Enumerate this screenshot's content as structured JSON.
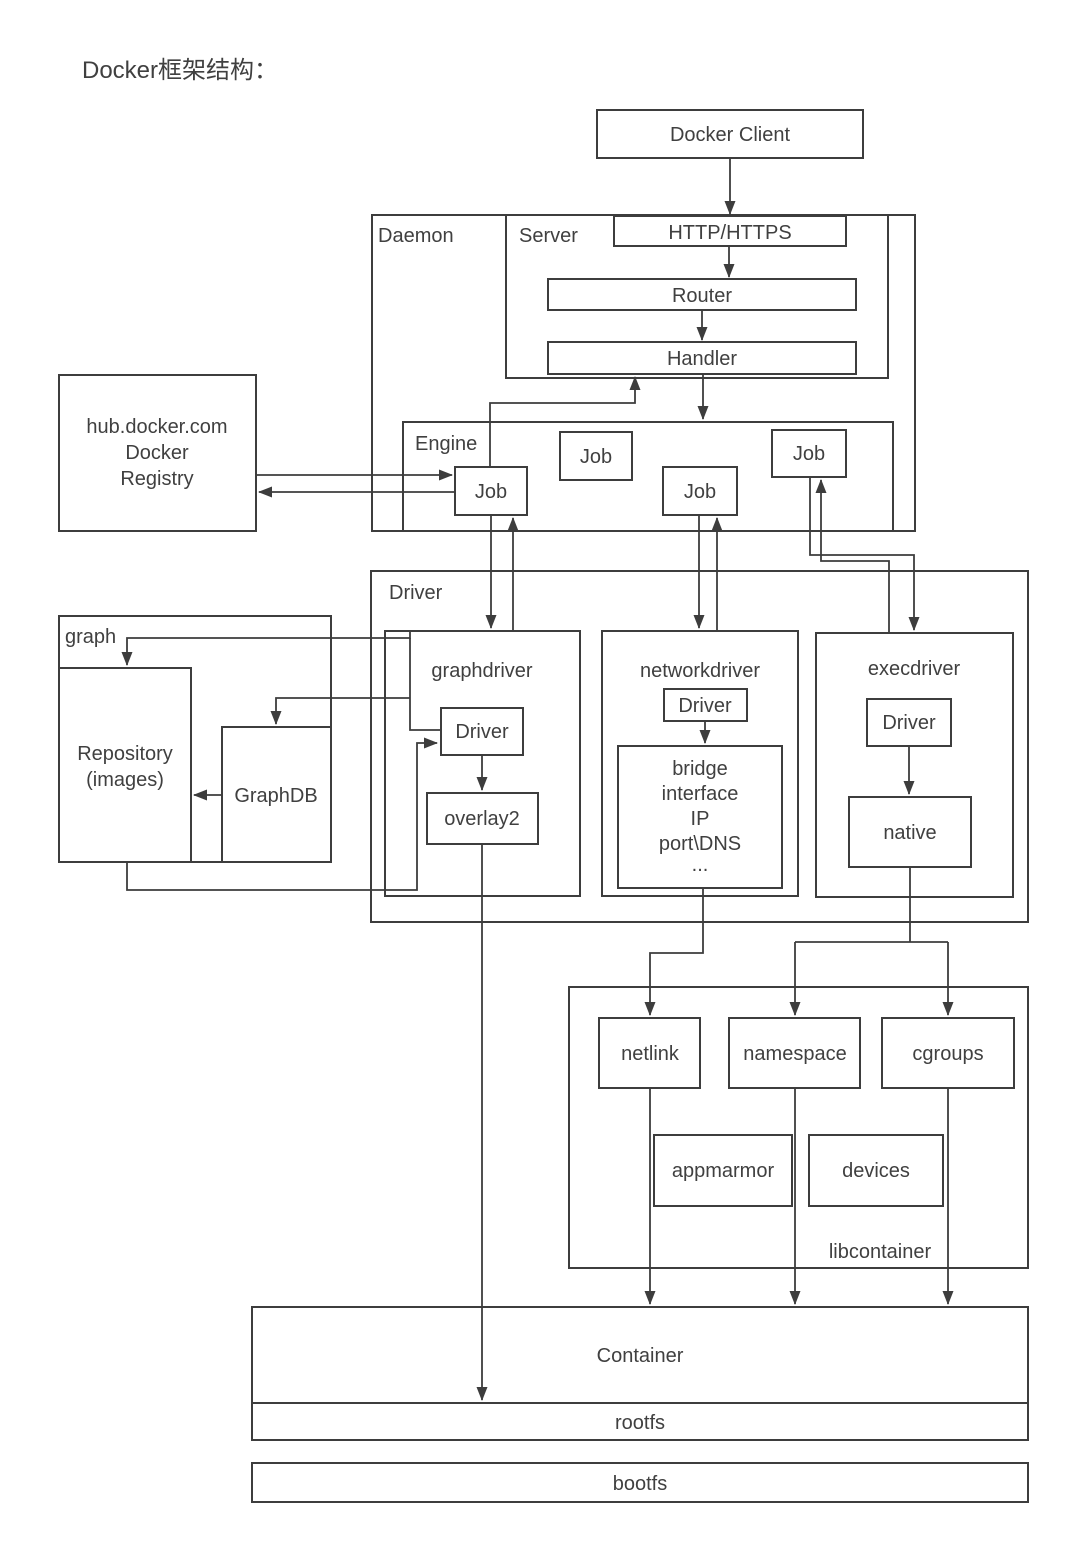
{
  "title": "Docker框架结构：",
  "colors": {
    "line": "#3d3d3d",
    "text": "#404040",
    "background": "#ffffff"
  },
  "client": {
    "label": "Docker Client"
  },
  "daemon": {
    "label": "Daemon"
  },
  "server": {
    "label": "Server",
    "http": "HTTP/HTTPS",
    "router": "Router",
    "handler": "Handler"
  },
  "engine": {
    "label": "Engine",
    "jobs": [
      "Job",
      "Job",
      "Job",
      "Job"
    ]
  },
  "registry": {
    "lines": [
      "hub.docker.com",
      "Docker",
      "Registry"
    ]
  },
  "driver": {
    "label": "Driver",
    "graphdriver": {
      "label": "graphdriver",
      "driver": "Driver",
      "impl": "overlay2"
    },
    "networkdriver": {
      "label": "networkdriver",
      "driver": "Driver",
      "impl_lines": [
        "bridge",
        "interface",
        "IP",
        "port\\DNS",
        "..."
      ]
    },
    "execdriver": {
      "label": "execdriver",
      "driver": "Driver",
      "impl": "native"
    }
  },
  "graph": {
    "label": "graph",
    "repository_lines": [
      "Repository",
      "(images)"
    ],
    "graphdb": "GraphDB"
  },
  "libcontainer": {
    "label": "libcontainer",
    "netlink": "netlink",
    "namespace": "namespace",
    "cgroups": "cgroups",
    "appmarmor": "appmarmor",
    "devices": "devices"
  },
  "bottom": {
    "container": "Container",
    "rootfs": "rootfs",
    "bootfs": "bootfs"
  }
}
